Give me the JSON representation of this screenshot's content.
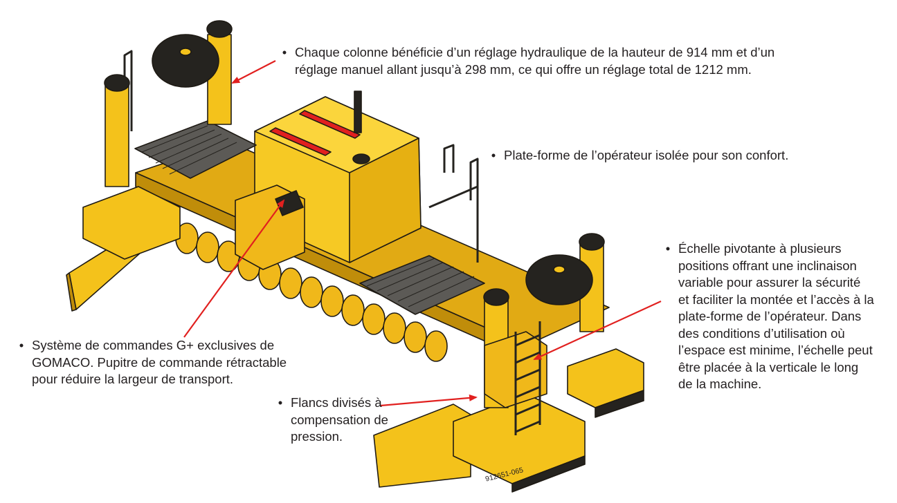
{
  "colors": {
    "body_yellow": "#f4c21b",
    "body_dark_yellow": "#d19b0c",
    "outline": "#1e1a14",
    "arrow_red": "#e1201f",
    "tank_black": "#25231f",
    "deck_grey": "#5c5a56"
  },
  "callouts": [
    {
      "bullet": "•",
      "text": "Chaque colonne bénéficie d’un réglage hydraulique de la hauteur de 914 mm et d’un\nréglage manuel allant jusqu’à 298 mm, ce qui offre un réglage total de 1212 mm."
    },
    {
      "bullet": "•",
      "text": "Plate-forme de l’opérateur isolée pour son confort."
    },
    {
      "bullet": "•",
      "text": "Échelle pivotante à plusieurs\npositions offrant une inclinaison\nvariable pour assurer la sécurité\net faciliter la montée et l’accès à la\nplate-forme de l’opérateur. Dans\ndes conditions d’utilisation où\nl’espace est minime, l’échelle peut\nêtre placée à la verticale le long\nde la machine."
    },
    {
      "bullet": "•",
      "text": "Système de commandes G+ exclusives de\nGOMACO. Pupitre de commande rétractable\npour réduire la largeur de transport."
    },
    {
      "bullet": "•",
      "text": "Flancs divisés à\ncompensation de\npression."
    }
  ],
  "drawing_code": "912651-065"
}
